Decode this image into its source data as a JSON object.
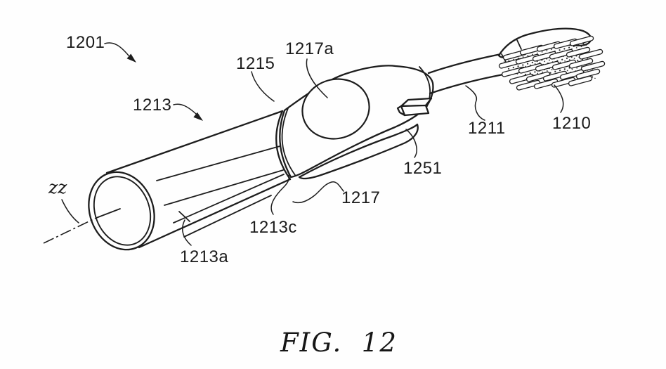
{
  "figure": {
    "caption": "FIG.  12",
    "labels": {
      "assembly": "1201",
      "handle": "1213",
      "handle_surface": "1213a",
      "handle_collar": "1213c",
      "head_unit": "1215",
      "grip": "1217",
      "grip_window": "1217a",
      "button": "1251",
      "neck": "1211",
      "bristles": "1210",
      "axis": "zz"
    }
  }
}
